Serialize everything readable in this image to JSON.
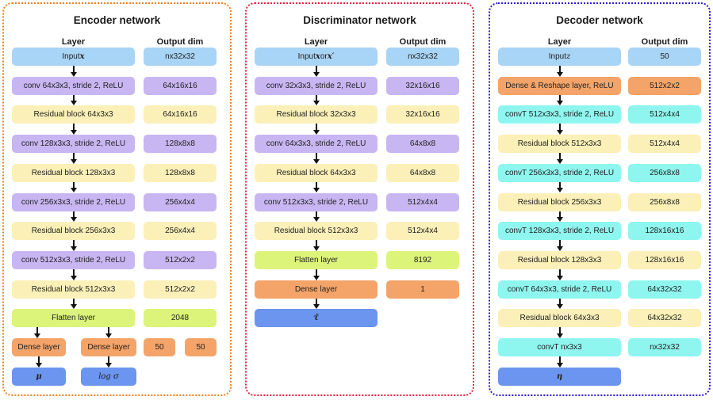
{
  "encoder": {
    "title": "Encoder network",
    "layer_header": "Layer",
    "dim_header": "Output dim",
    "layers": [
      {
        "label": "Input ",
        "math": "x",
        "type": "input"
      },
      {
        "label": "conv 64x3x3, stride 2, ReLU",
        "type": "conv"
      },
      {
        "label": "Residual block 64x3x3",
        "type": "res"
      },
      {
        "label": "conv 128x3x3, stride 2, ReLU",
        "type": "conv"
      },
      {
        "label": "Residual block 128x3x3",
        "type": "res"
      },
      {
        "label": "conv 256x3x3, stride 2, ReLU",
        "type": "conv"
      },
      {
        "label": "Residual block 256x3x3",
        "type": "res"
      },
      {
        "label": "conv 512x3x3, stride 2, ReLU",
        "type": "conv"
      },
      {
        "label": "Residual block 512x3x3",
        "type": "res"
      },
      {
        "label": "Flatten layer",
        "type": "flat"
      }
    ],
    "dims": [
      "nx32x32",
      "64x16x16",
      "64x16x16",
      "128x8x8",
      "128x8x8",
      "256x4x4",
      "256x4x4",
      "512x2x2",
      "512x2x2",
      "2048"
    ],
    "dense_left": "Dense layer",
    "dense_right": "Dense layer",
    "dense_dims": [
      "50",
      "50"
    ],
    "out_left": "μ",
    "out_right": "log σ"
  },
  "discriminator": {
    "title": "Discriminator network",
    "layer_header": "Layer",
    "dim_header": "Output dim",
    "input_prefix": "Input ",
    "input_x": "x",
    "input_or": " or ",
    "input_x2": "x′",
    "layers": [
      {
        "label": "conv 32x3x3, stride 2, ReLU",
        "type": "conv"
      },
      {
        "label": "Residual block 32x3x3",
        "type": "res"
      },
      {
        "label": "conv 64x3x3, stride 2, ReLU",
        "type": "conv"
      },
      {
        "label": "Residual block 64x3x3",
        "type": "res"
      },
      {
        "label": "conv 512x3x3, stride 2, ReLU",
        "type": "conv"
      },
      {
        "label": "Residual block 512x3x3",
        "type": "res"
      },
      {
        "label": "Flatten layer",
        "type": "flat"
      },
      {
        "label": "Dense layer",
        "type": "dense"
      }
    ],
    "dims": [
      "nx32x32",
      "32x16x16",
      "32x16x16",
      "64x8x8",
      "64x8x8",
      "512x4x4",
      "512x4x4",
      "8192",
      "1"
    ],
    "output": "τ̃"
  },
  "decoder": {
    "title": "Decoder network",
    "layer_header": "Layer",
    "dim_header": "Output dim",
    "layers": [
      {
        "label": "Input ",
        "math": "z",
        "type": "input"
      },
      {
        "label": "Dense & Reshape layer, ReLU",
        "type": "dense"
      },
      {
        "label": "convT 512x3x3, stride 2, ReLU",
        "type": "convt"
      },
      {
        "label": "Residual block 512x3x3",
        "type": "res"
      },
      {
        "label": "convT 256x3x3, stride 2, ReLU",
        "type": "convt"
      },
      {
        "label": "Residual block 256x3x3",
        "type": "res"
      },
      {
        "label": "convT 128x3x3, stride 2, ReLU",
        "type": "convt"
      },
      {
        "label": "Residual block 128x3x3",
        "type": "res"
      },
      {
        "label": "convT 64x3x3, stride 2, ReLU",
        "type": "convt"
      },
      {
        "label": "Residual block 64x3x3",
        "type": "res"
      },
      {
        "label": "convT nx3x3",
        "type": "convt"
      }
    ],
    "dims": [
      "50",
      "512x2x2",
      "512x4x4",
      "512x4x4",
      "256x8x8",
      "256x8x8",
      "128x16x16",
      "128x16x16",
      "64x32x32",
      "64x32x32",
      "nx32x32"
    ],
    "output": "η"
  },
  "colors": {
    "encoder_border": "#f07f1e",
    "discriminator_border": "#e8203f",
    "decoder_border": "#2a1ccc",
    "input": "#a8d4f5",
    "conv": "#c8b6f2",
    "residual": "#fbf0b8",
    "flatten": "#dcf47a",
    "dense": "#f4a469",
    "output": "#6b95ee",
    "convT": "#8ff6ef"
  }
}
